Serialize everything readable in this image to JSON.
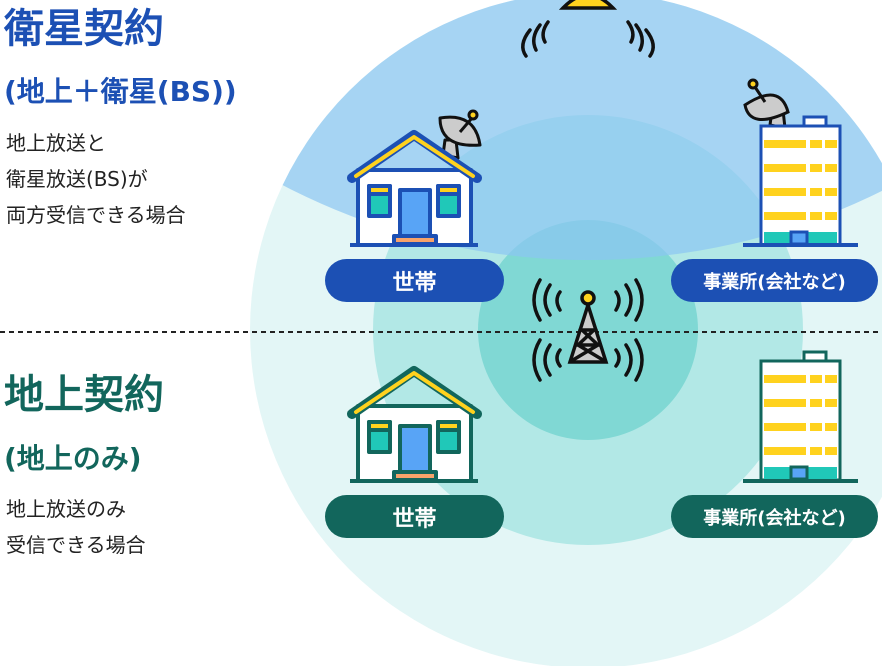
{
  "satellite_contract": {
    "title": "衛星契約",
    "subtitle": "(地上＋衛星(BS))",
    "description": [
      "地上放送と",
      "衛星放送(BS)が",
      "両方受信できる場合"
    ],
    "household_label": "世帯",
    "business_label": "事業所(会社など)"
  },
  "terrestrial_contract": {
    "title": "地上契約",
    "subtitle": "(地上のみ)",
    "description": [
      "地上放送のみ",
      "受信できる場合"
    ],
    "household_label": "世帯",
    "business_label": "事業所(会社など)"
  },
  "colors": {
    "satellite": "#1c50b4",
    "terrestrial": "#12665c",
    "accent": "#ffd21e"
  }
}
